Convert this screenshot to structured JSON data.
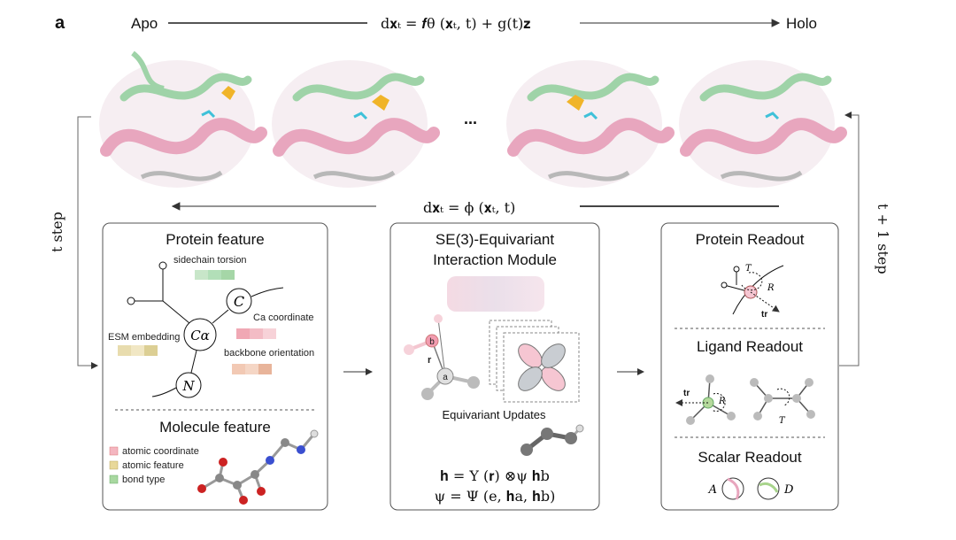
{
  "panel_letter": "a",
  "top": {
    "left_label": "Apo",
    "right_label": "Holo",
    "forward_eq": "d𝐱ₜ = 𝒇θ (𝐱ₜ, t) + g(t)𝐳",
    "backward_eq": "d𝐱ₜ = ϕ (𝐱ₜ, t)",
    "ellipsis": "..."
  },
  "side": {
    "left_label": "t step",
    "right_label": "t + 1 step"
  },
  "protein_panel": {
    "title": "Protein feature",
    "sidechain": "sidechain torsion",
    "ca_coord": "Ca coordinate",
    "esm": "ESM embedding",
    "backbone": "backbone orientation",
    "node_c": "C",
    "node_ca": "Cα",
    "node_n": "N",
    "mol_title": "Molecule feature",
    "legend": [
      "atomic coordinate",
      "atomic feature",
      "bond type"
    ]
  },
  "se3_panel": {
    "title_line1": "SE(3)-Equivariant",
    "title_line2": "Interaction Module",
    "updates": "Equivariant Updates",
    "node_a": "a",
    "node_b": "b",
    "vec_r": "r",
    "eq1": "𝐡 = Y (𝐫) ⊗ψ 𝐡b",
    "eq2": "ψ = Ψ (e, 𝐡a, 𝐡b)"
  },
  "readout_panel": {
    "protein_title": "Protein Readout",
    "ligand_title": "Ligand Readout",
    "scalar_title": "Scalar Readout",
    "T": "T",
    "R": "R",
    "tr": "tr",
    "A": "A",
    "D": "D"
  },
  "colors": {
    "pink": "#e8a6be",
    "green": "#9fd3a8",
    "grey": "#b8b8b8",
    "ligand": "#f0b429",
    "cyan": "#3fc1d9"
  }
}
